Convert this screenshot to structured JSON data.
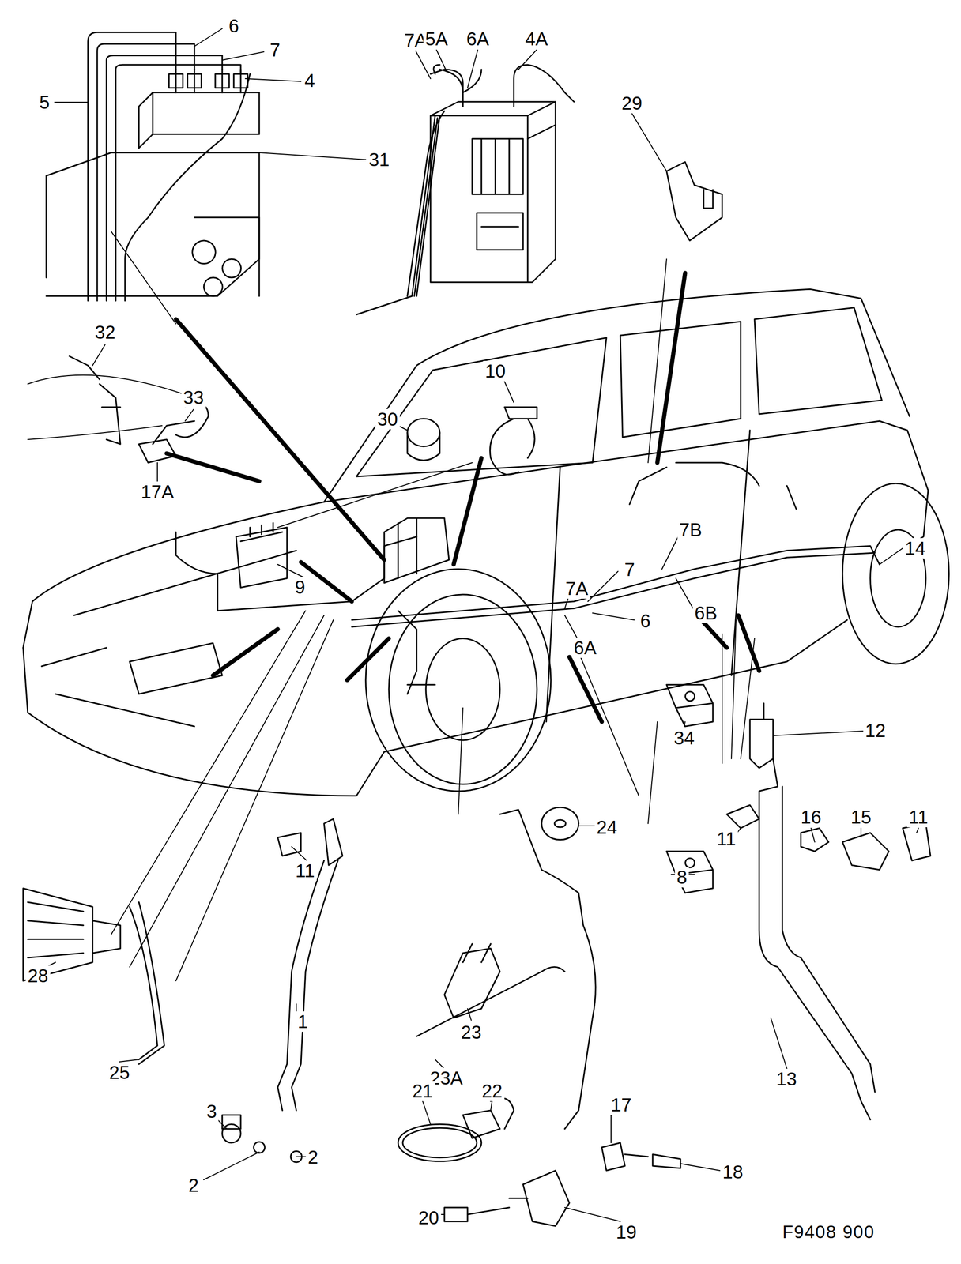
{
  "diagram": {
    "labels": [
      "6",
      "7",
      "5",
      "4",
      "31",
      "7A",
      "5A",
      "6A",
      "4A",
      "29",
      "32",
      "33",
      "17A",
      "30",
      "10",
      "9",
      "14",
      "7B",
      "7",
      "7A",
      "6",
      "6B",
      "6A",
      "34",
      "12",
      "28",
      "25",
      "11",
      "1",
      "3",
      "2",
      "2",
      "23",
      "23A",
      "24",
      "8",
      "11",
      "16",
      "15",
      "11",
      "13",
      "21",
      "22",
      "17",
      "18",
      "20",
      "19",
      "F9408 900"
    ]
  }
}
